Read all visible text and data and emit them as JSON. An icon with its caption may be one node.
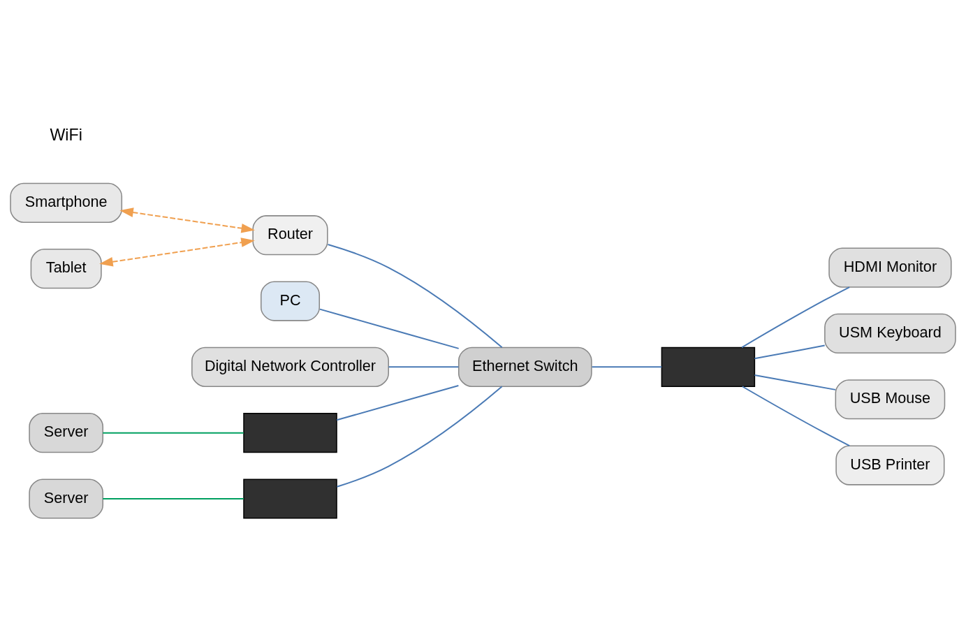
{
  "diagram": {
    "nodes": [
      {
        "text": [
          "Smartphone"
        ]
      },
      {
        "text": [
          "PC"
        ]
      },
      {
        "text": [
          "Digital Network Controller"
        ]
      },
      {
        "text": [
          "HDMI Monitor"
        ]
      },
      {
        "text": [
          "Tablet"
        ]
      },
      {
        "text": [
          "Router"
        ]
      },
      {
        "text": [
          "Server"
        ]
      },
      {
        "text": [],
        "shape": "box"
      },
      {
        "text": [
          "USM Keyboard"
        ]
      },
      {
        "text": [
          "Ethernet Switch"
        ]
      },
      {
        "text": [],
        "shape": "box"
      },
      {
        "text": [
          "USB Mouse"
        ]
      },
      {
        "text": [
          "Server"
        ]
      },
      {
        "text": [],
        "shape": "box"
      },
      {
        "text": [
          "USB Printer"
        ]
      }
    ],
    "edges": [
      {
        "from": 0,
        "to": 5,
        "arrow": "both",
        "style": "dashed",
        "color": "#f0a050"
      },
      {
        "from": 4,
        "to": 5,
        "arrow": "both",
        "style": "dashed",
        "color": "#f0a050"
      },
      {
        "from": 1,
        "to": 9,
        "arrow": "none"
      },
      {
        "from": 2,
        "to": 9,
        "arrow": "none"
      },
      {
        "from": 5,
        "to": 9,
        "arrow": "none"
      },
      {
        "from": 6,
        "to": 7,
        "arrow": "none",
        "color": "#00a060"
      },
      {
        "from": 7,
        "to": 9,
        "arrow": "none"
      },
      {
        "from": 12,
        "to": 13,
        "arrow": "none",
        "color": "#00a060"
      },
      {
        "from": 13,
        "to": 9,
        "arrow": "none"
      },
      {
        "from": 9,
        "to": 10,
        "arrow": "none"
      },
      {
        "from": 10,
        "to": 3,
        "arrow": "none"
      },
      {
        "from": 10,
        "to": 8,
        "arrow": "none"
      },
      {
        "from": 10,
        "to": 11,
        "arrow": "none"
      },
      {
        "from": 10,
        "to": 14,
        "arrow": "none"
      }
    ],
    "labels": [
      "WiFi"
    ]
  }
}
